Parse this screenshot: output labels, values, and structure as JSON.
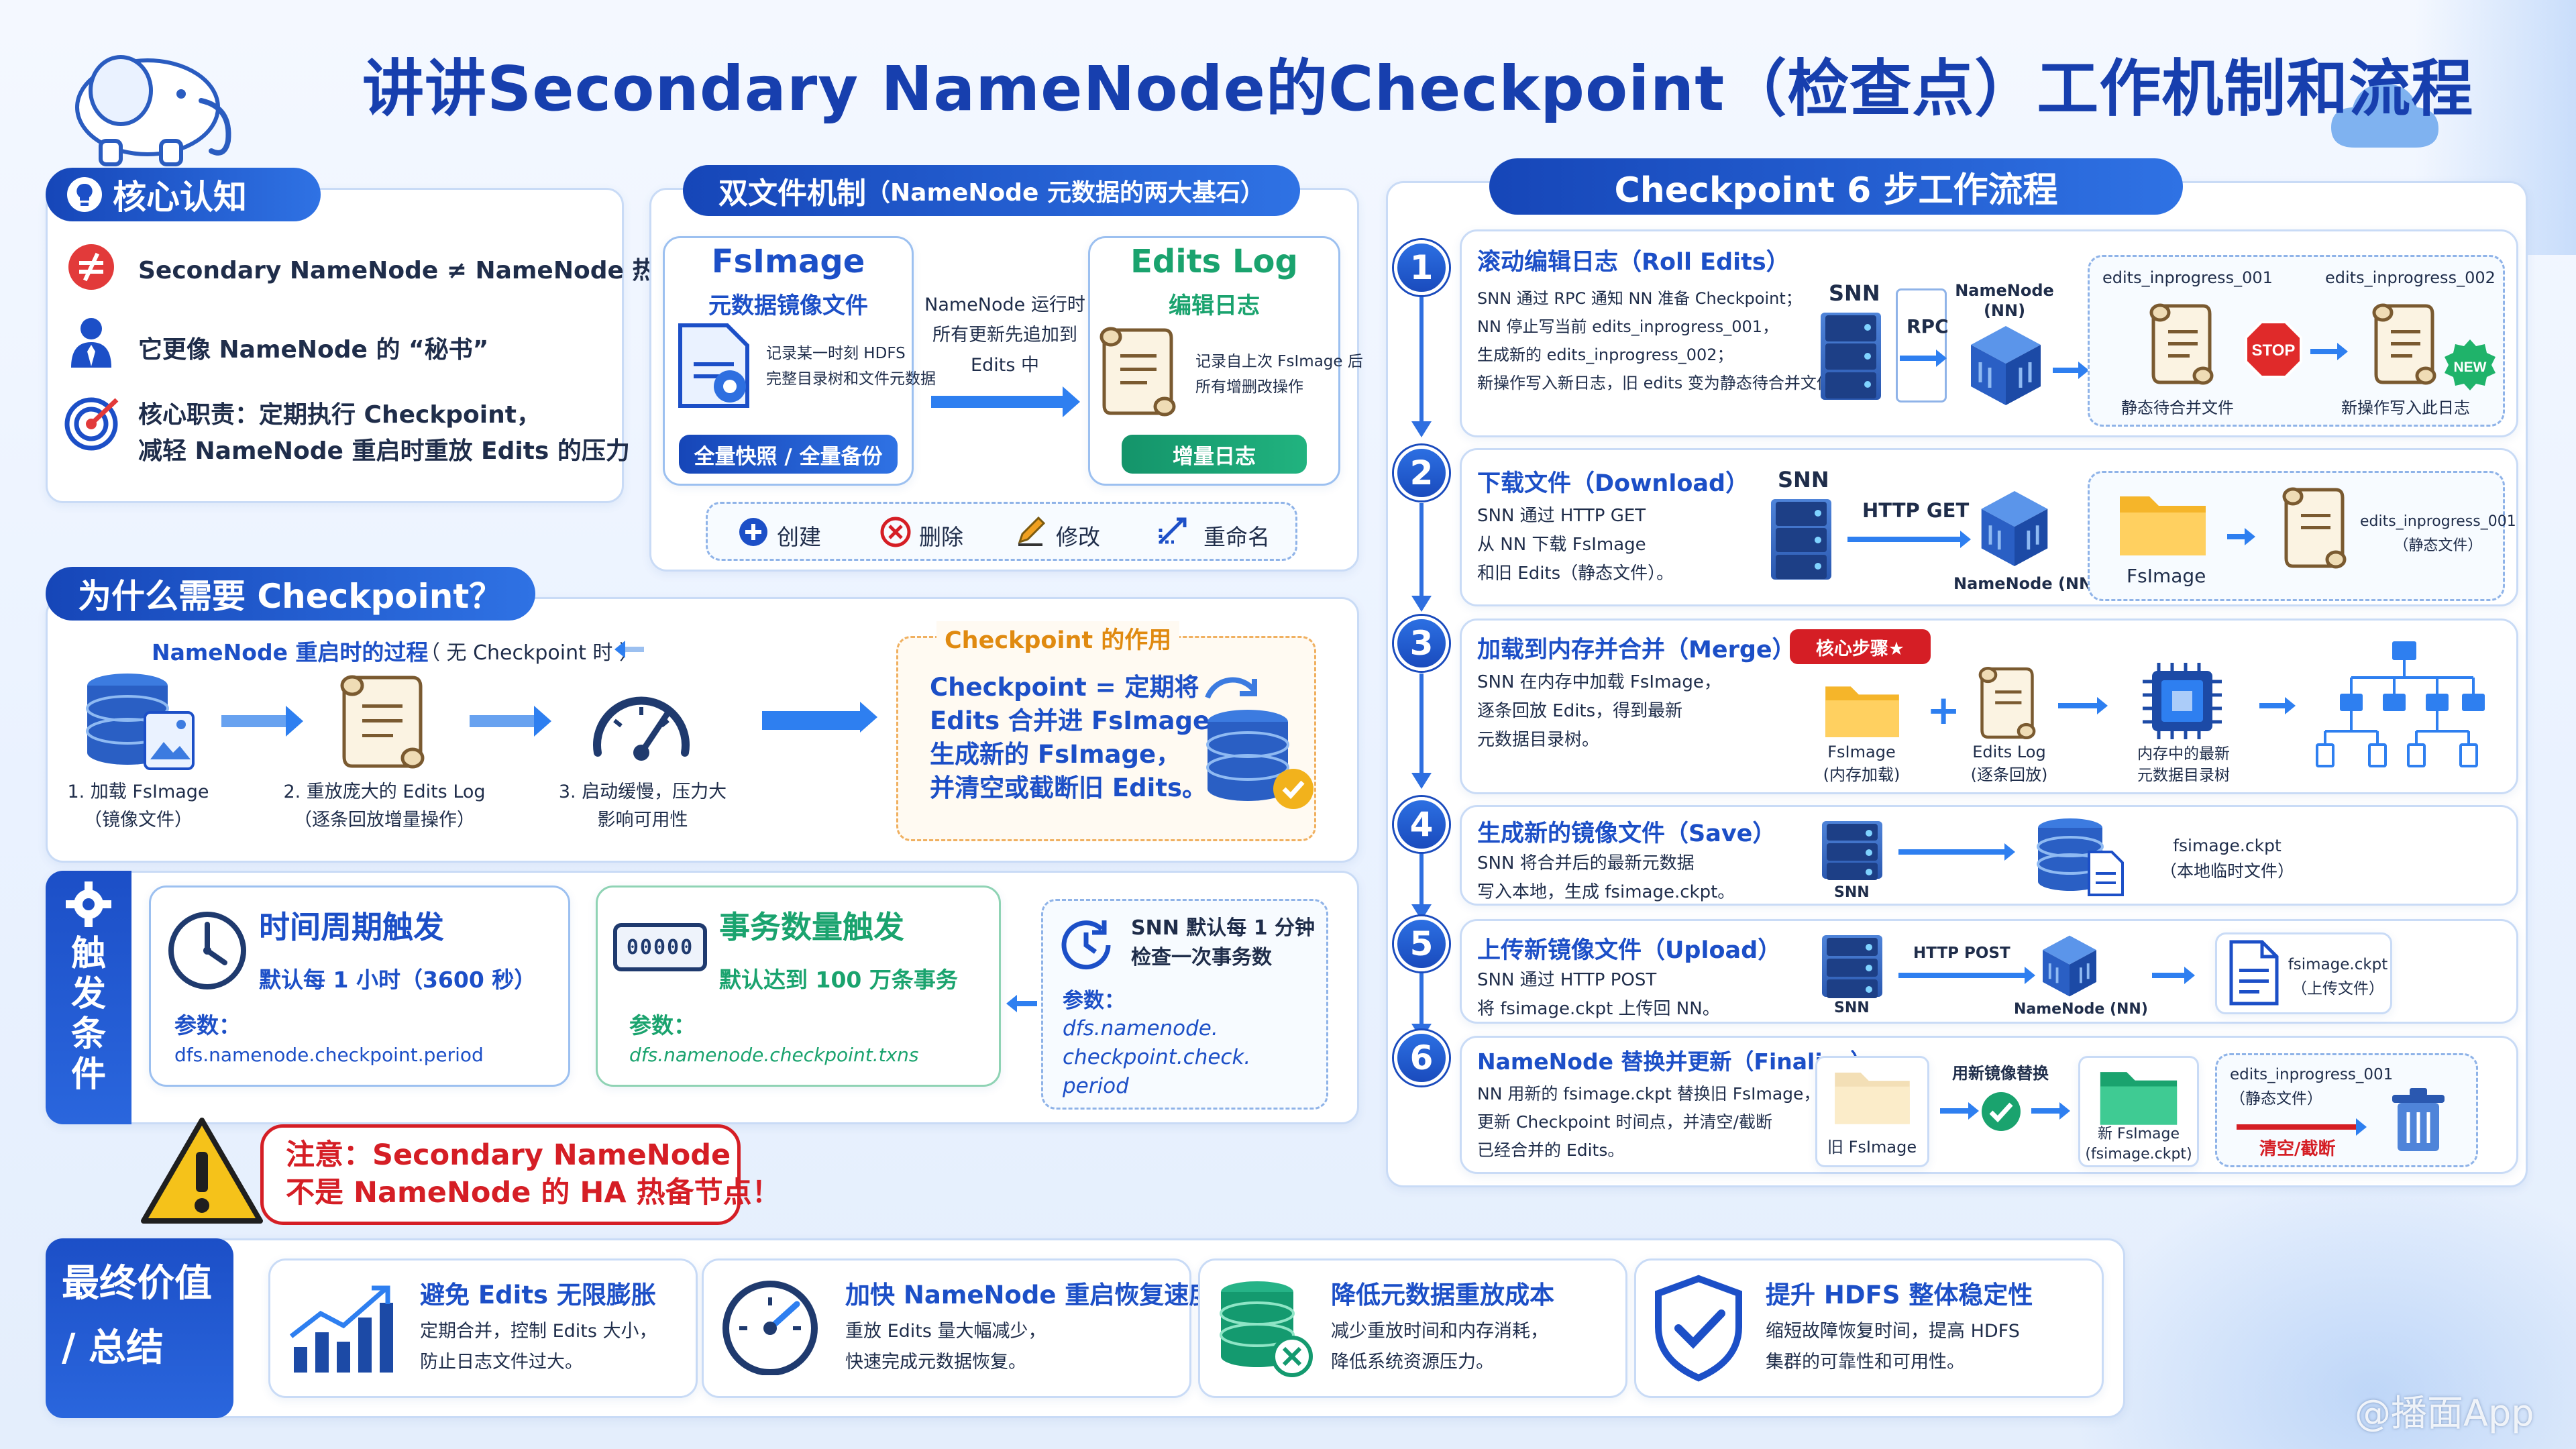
{
  "title": "讲讲Secondary NameNode的Checkpoint（检查点）工作机制和流程",
  "watermark": "@播面App",
  "core": {
    "heading": "核心认知",
    "items": [
      "Secondary NameNode ≠ NameNode 热备",
      "它更像 NameNode 的 “秘书”",
      "核心职责：定期执行 Checkpoint，\n减轻 NameNode 重启时重放 Edits 的压力"
    ]
  },
  "dual": {
    "heading": "双文件机制",
    "heading_sub": "（NameNode 元数据的两大基石）",
    "fsimage": {
      "title": "FsImage",
      "subtitle": "元数据镜像文件",
      "desc": "记录某一时刻 HDFS\n完整目录树和文件元数据",
      "badge": "全量快照 / 全量备份"
    },
    "middle": "NameNode 运行时\n所有更新先追加到\nEdits 中",
    "editlog": {
      "title": "Edits Log",
      "subtitle": "编辑日志",
      "desc": "记录自上次 FsImage 后\n所有增删改操作",
      "badge": "增量日志"
    },
    "ops": [
      "创建",
      "删除",
      "修改",
      "重命名"
    ]
  },
  "why": {
    "heading": "为什么需要 Checkpoint？",
    "restart_title": "NameNode 重启时的过程",
    "restart_note": "（ 无 Checkpoint 时 ）",
    "steps": [
      "1. 加载 FsImage\n（镜像文件）",
      "2. 重放庞大的 Edits Log\n（逐条回放增量操作）",
      "3. 启动缓慢，压力大\n影响可用性"
    ],
    "role_title": "Checkpoint 的作用",
    "role_text": "Checkpoint = 定期将\nEdits 合并进 FsImage，\n生成新的 FsImage，\n并清空或截断旧 Edits。"
  },
  "trigger": {
    "side_label": "触发条件",
    "time": {
      "title": "时间周期触发",
      "default": "默认每 1 小时（3600 秒）",
      "param_label": "参数：",
      "param": "dfs.namenode.checkpoint.period"
    },
    "txn": {
      "title": "事务数量触发",
      "counter": "00000",
      "default": "默认达到 100 万条事务",
      "param_label": "参数：",
      "param": "dfs.namenode.checkpoint.txns"
    },
    "check": {
      "text": "SNN 默认每 1 分钟\n检查一次事务数",
      "param_label": "参数：",
      "param": "dfs.namenode.\ncheckpoint.check.\nperiod"
    }
  },
  "warning": "注意：Secondary NameNode\n不是 NameNode 的 HA 热备节点！",
  "flow": {
    "heading": "Checkpoint 6 步工作流程",
    "steps": [
      {
        "num": "1",
        "title": "滚动编辑日志（Roll Edits）",
        "desc": "SNN 通过 RPC 通知 NN 准备 Checkpoint；\nNN 停止写当前 edits_inprogress_001，\n生成新的 edits_inprogress_002；\n新操作写入新日志，旧 edits 变为静态待合并文件。"
      },
      {
        "num": "2",
        "title": "下载文件（Download）",
        "desc": "SNN 通过 HTTP GET\n从 NN 下载 FsImage\n和旧 Edits（静态文件）。"
      },
      {
        "num": "3",
        "title": "加载到内存并合并（Merge）",
        "desc": "SNN 在内存中加载 FsImage，\n逐条回放 Edits，得到最新\n元数据目录树。"
      },
      {
        "num": "4",
        "title": "生成新的镜像文件（Save）",
        "desc": "SNN 将合并后的最新元数据\n写入本地，生成 fsimage.ckpt。"
      },
      {
        "num": "5",
        "title": "上传新镜像文件（Upload）",
        "desc": "SNN 通过 HTTP POST\n将 fsimage.ckpt 上传回 NN。"
      },
      {
        "num": "6",
        "title": "NameNode 替换并更新（Finalize）",
        "desc": "NN 用新的 fsimage.ckpt 替换旧 FsImage，\n更新 Checkpoint 时间点，并清空/截断\n已经合并的 Edits。"
      }
    ],
    "s1": {
      "snn": "SNN",
      "rpc": "RPC",
      "nn": "NameNode\n(NN)",
      "f1": "edits_inprogress_001",
      "f2": "edits_inprogress_002",
      "stop": "STOP",
      "new": "NEW",
      "c1": "静态待合并文件",
      "c2": "新操作写入此日志"
    },
    "s2": {
      "snn": "SNN",
      "proto": "HTTP GET",
      "nn": "NameNode (NN)",
      "fs": "FsImage",
      "ed": "edits_inprogress_001\n（静态文件）"
    },
    "s3": {
      "badge": "核心步骤★",
      "fs": "FsImage\n(内存加载)",
      "ed": "Edits Log\n(逐条回放)",
      "mem": "内存中的最新\n元数据目录树"
    },
    "s4": {
      "snn": "SNN",
      "file": "fsimage.ckpt\n（本地临时文件）"
    },
    "s5": {
      "snn": "SNN",
      "proto": "HTTP POST",
      "nn": "NameNode (NN)",
      "file": "fsimage.ckpt\n（上传文件）"
    },
    "s6": {
      "old": "旧 FsImage",
      "replace": "用新镜像替换",
      "newfs": "新 FsImage\n(fsimage.ckpt)",
      "ed": "edits_inprogress_001\n（静态文件）",
      "clear": "清空/截断"
    }
  },
  "summary": {
    "heading": "最终价值\n/ 总结",
    "items": [
      {
        "title": "避免 Edits 无限膨胀",
        "desc": "定期合并，控制 Edits 大小，\n防止日志文件过大。"
      },
      {
        "title": "加快 NameNode 重启恢复速度",
        "desc": "重放 Edits 量大幅减少，\n快速完成元数据恢复。"
      },
      {
        "title": "降低元数据重放成本",
        "desc": "减少重放时间和内存消耗，\n降低系统资源压力。"
      },
      {
        "title": "提升 HDFS 整体稳定性",
        "desc": "缩短故障恢复时间，提高 HDFS\n集群的可靠性和可用性。"
      }
    ]
  },
  "colors": {
    "primary": "#1c4fc7",
    "accent": "#2e7ff0",
    "warn": "#d51e25",
    "green": "#1aa36e",
    "orange": "#f0a020"
  }
}
